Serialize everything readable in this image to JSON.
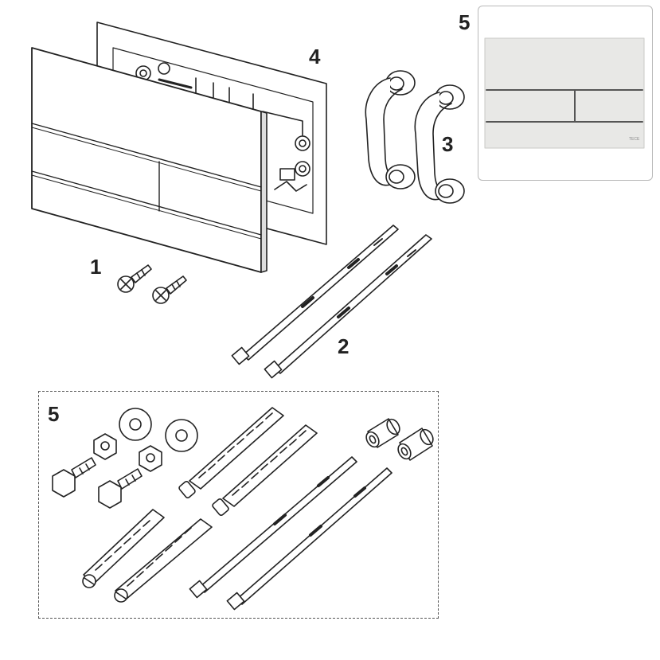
{
  "labels": {
    "part1": "1",
    "part2": "2",
    "part3": "3",
    "part4": "4",
    "part5_photo": "5",
    "part5_kit": "5"
  },
  "plate_photo": {
    "logo_text": "TECE",
    "finish_color": "#e8e8e6"
  },
  "colors": {
    "line": "#222222",
    "fill": "#ffffff",
    "accent_gray": "#f2f2f2"
  }
}
